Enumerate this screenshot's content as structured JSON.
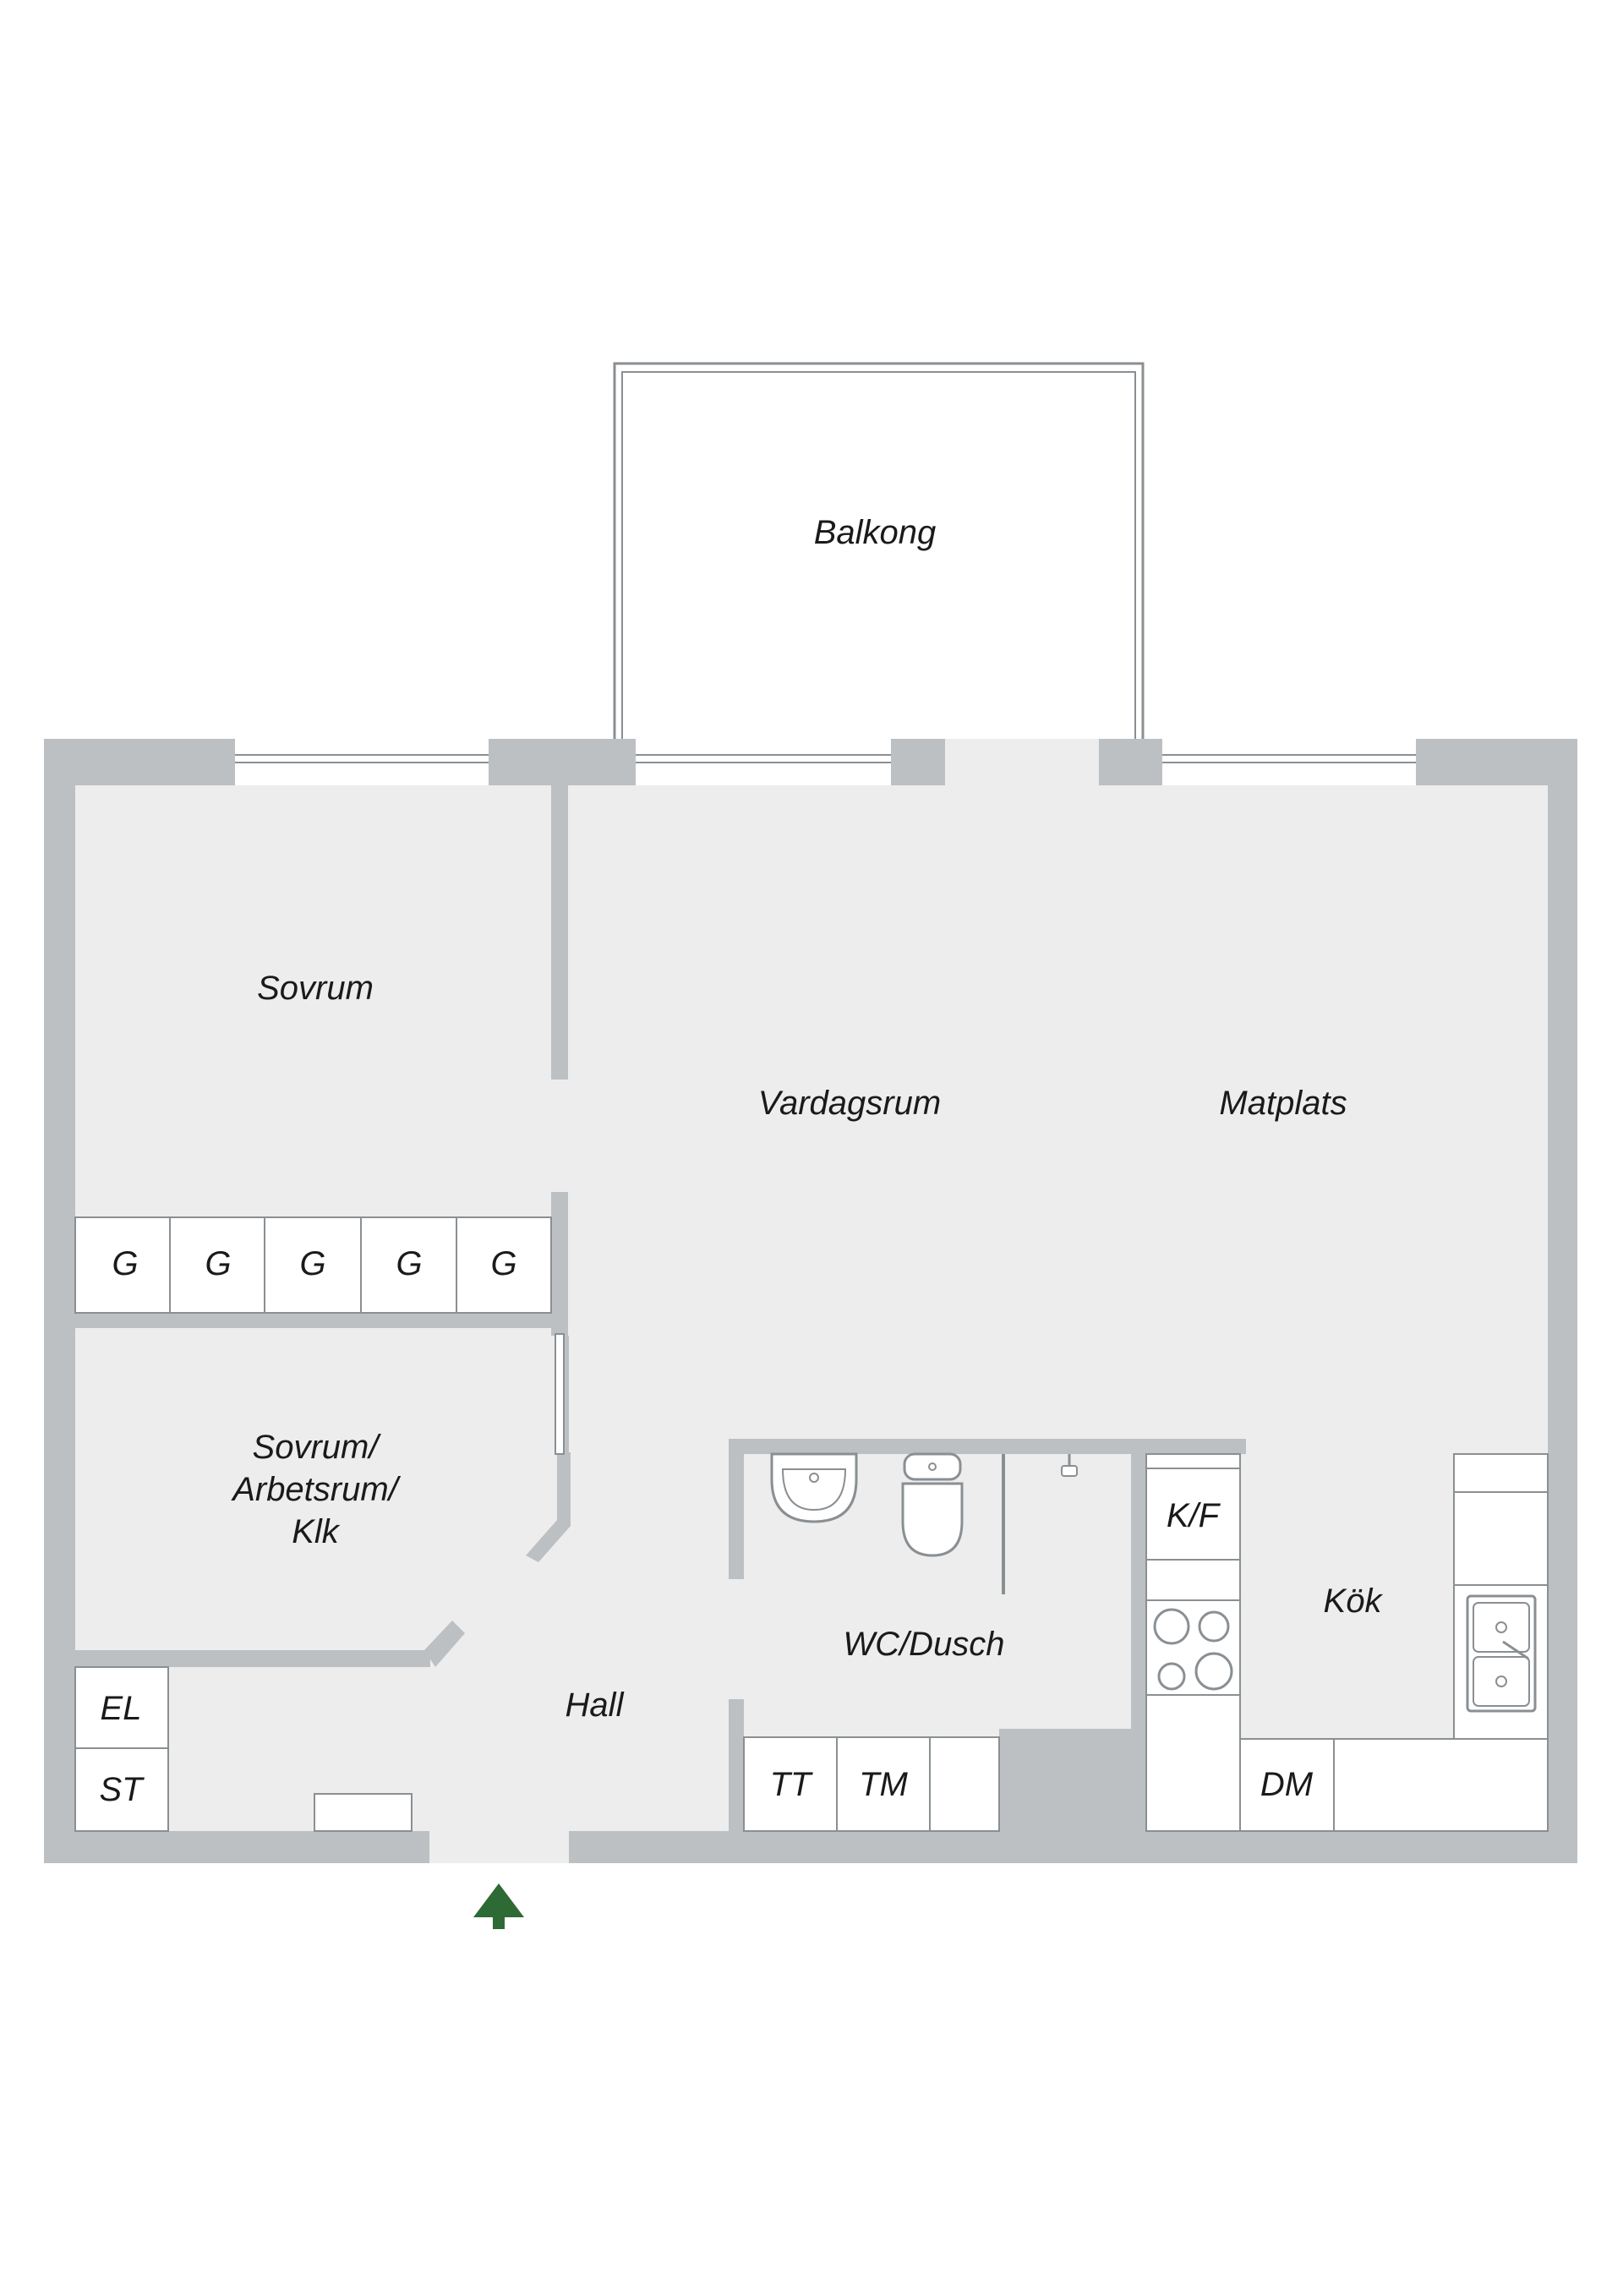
{
  "colors": {
    "wall": "#bcc0c3",
    "floor": "#ededed",
    "line": "#8a8f93",
    "entrance_arrow": "#2d6a34",
    "background": "#ffffff"
  },
  "rooms": {
    "balkong": "Balkong",
    "sovrum": "Sovrum",
    "vardagsrum": "Vardagsrum",
    "matplats": "Matplats",
    "sovrum2_line1": "Sovrum/",
    "sovrum2_line2": "Arbetsrum/",
    "sovrum2_line3": "Klk",
    "hall": "Hall",
    "wc": "WC/Dusch",
    "kok": "Kök"
  },
  "fixtures": {
    "wardrobes": [
      "G",
      "G",
      "G",
      "G",
      "G"
    ],
    "el": "EL",
    "st": "ST",
    "tt": "TT",
    "tm": "TM",
    "kf": "K/F",
    "dm": "DM"
  },
  "icons": {
    "entrance": "entrance-arrow-icon",
    "stove": "stove-icon",
    "sink": "kitchen-sink-icon",
    "basin": "wash-basin-icon",
    "toilet": "toilet-icon",
    "shower": "shower-icon"
  }
}
